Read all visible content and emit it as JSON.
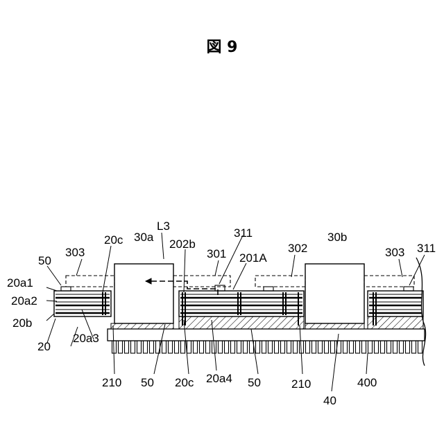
{
  "figure": {
    "title": "図 9"
  },
  "labels": {
    "l_50_left": "50",
    "l_303_left": "303",
    "l_20c_top": "20c",
    "l_30a": "30a",
    "l_L3": "L3",
    "l_202b": "202b",
    "l_311_mid": "311",
    "l_301": "301",
    "l_201A": "201A",
    "l_302": "302",
    "l_30b": "30b",
    "l_303_right": "303",
    "l_311_right": "311",
    "l_20a1": "20a1",
    "l_20a2": "20a2",
    "l_20b": "20b",
    "l_20": "20",
    "l_20a3": "20a3",
    "l_210_left": "210",
    "l_50_bottom_left": "50",
    "l_20c_bottom": "20c",
    "l_20a4": "20a4",
    "l_50_bottom_mid": "50",
    "l_210_right": "210",
    "l_40": "40",
    "l_400": "400"
  },
  "colors": {
    "line": "#000000",
    "background": "#ffffff"
  }
}
